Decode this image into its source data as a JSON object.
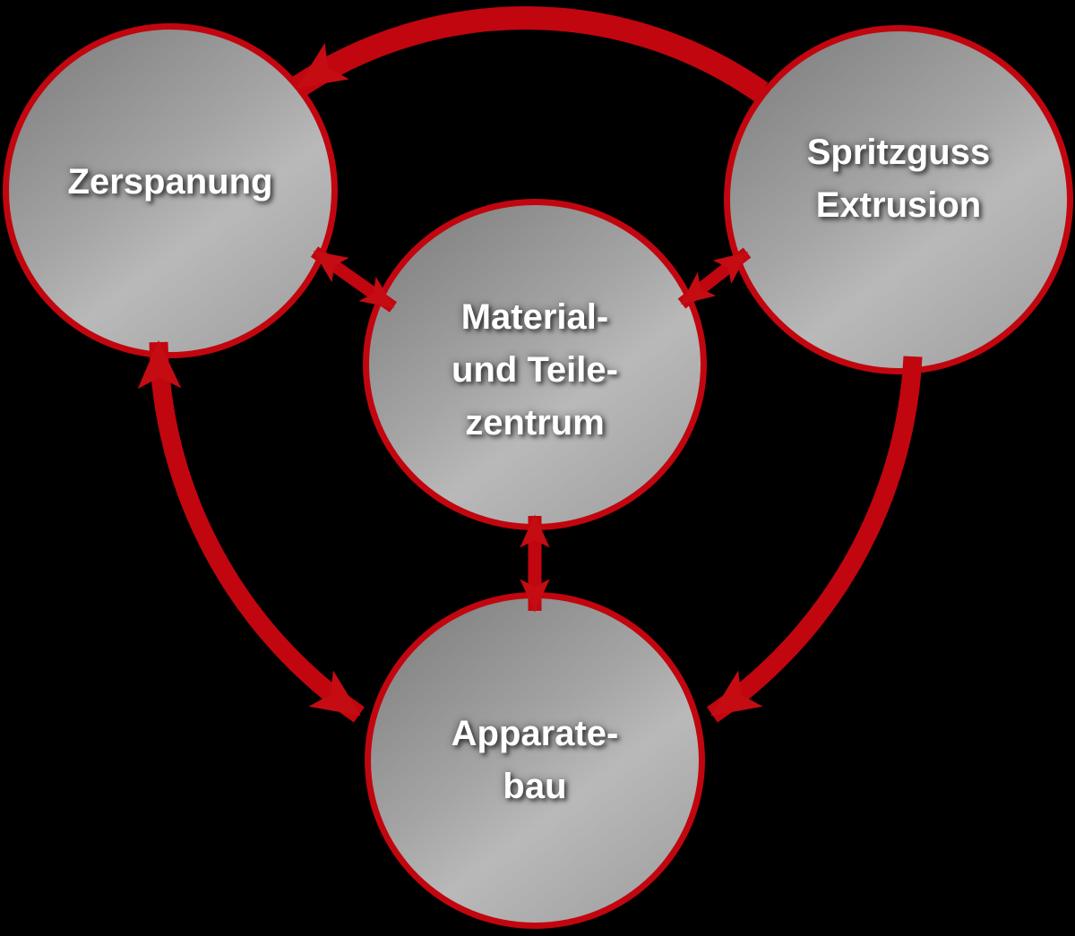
{
  "diagram": {
    "background_color": "#000000",
    "arrow_color": "#c1060f",
    "arrowhead_color": "#c50c12",
    "node_ring_color": "#c1060f",
    "node_fill_colors": [
      "#7c7c7c",
      "#a5a5a5",
      "#b9b9b9",
      "#9c9c9c"
    ],
    "label_color": "#ffffff",
    "nodes": [
      {
        "id": "zerspanung",
        "lines": [
          "Zerspanung"
        ]
      },
      {
        "id": "spritzguss-extrusion",
        "lines": [
          "Spritzguss",
          "Extrusion"
        ]
      },
      {
        "id": "material-und-teilezentrum",
        "lines": [
          "Material-",
          "und Teile-",
          "zentrum"
        ]
      },
      {
        "id": "apparatebau",
        "lines": [
          "Apparate-",
          "bau"
        ]
      }
    ],
    "edges": [
      {
        "from": "spritzguss-extrusion",
        "to": "zerspanung",
        "style": "outer-arc",
        "arrowheads": [
          "end"
        ]
      },
      {
        "from": "zerspanung",
        "to": "apparatebau",
        "style": "outer-arc",
        "arrowheads": [
          "start",
          "end"
        ]
      },
      {
        "from": "spritzguss-extrusion",
        "to": "apparatebau",
        "style": "outer-arc",
        "arrowheads": [
          "end"
        ]
      },
      {
        "from": "zerspanung",
        "to": "material-und-teilezentrum",
        "style": "straight",
        "arrowheads": [
          "start",
          "end"
        ]
      },
      {
        "from": "spritzguss-extrusion",
        "to": "material-und-teilezentrum",
        "style": "straight",
        "arrowheads": [
          "start",
          "end"
        ]
      },
      {
        "from": "material-und-teilezentrum",
        "to": "apparatebau",
        "style": "straight",
        "arrowheads": [
          "start",
          "end"
        ]
      }
    ]
  }
}
